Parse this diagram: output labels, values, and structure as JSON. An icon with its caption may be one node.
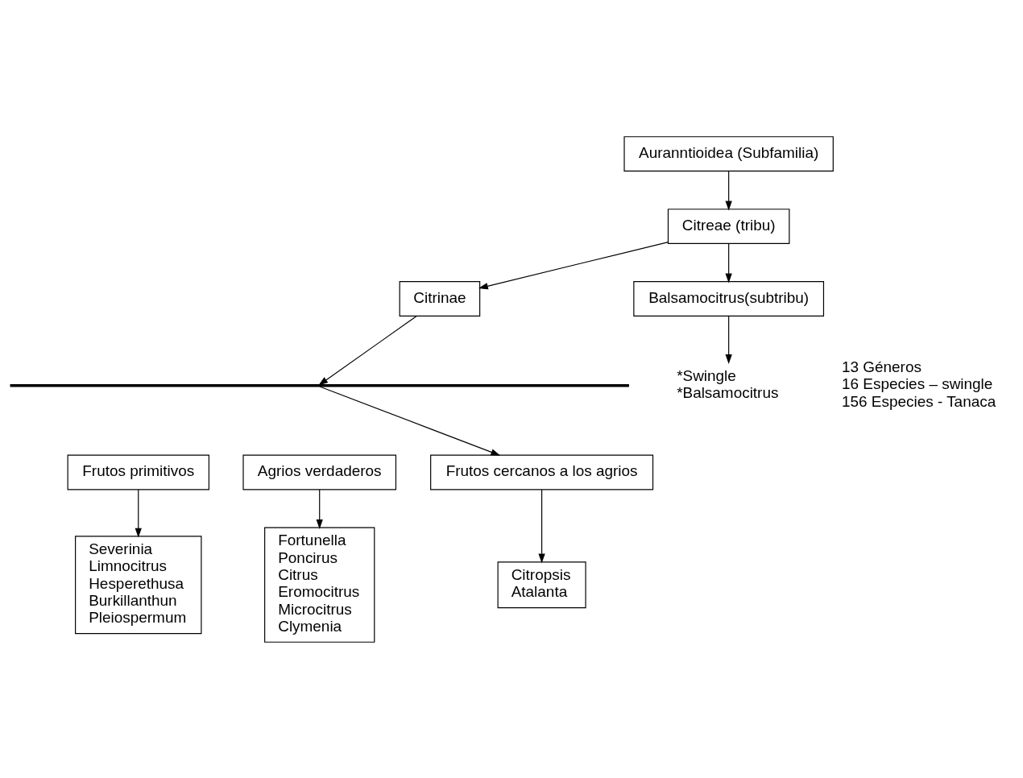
{
  "diagram": {
    "nodes": [
      {
        "text": [
          "Auranntioidea (Subfamilia)"
        ]
      },
      {
        "text": [
          "Citreae (tribu)"
        ]
      },
      {
        "text": [
          "Citrinae"
        ]
      },
      {
        "text": [
          "Balsamocitrus(subtribu)"
        ]
      },
      {
        "text": [
          "*Swingle",
          "*Balsamocitrus"
        ]
      },
      {
        "text": [],
        "shape": "bar"
      },
      {
        "text": [
          "Frutos primitivos"
        ]
      },
      {
        "text": [
          "Agrios verdaderos"
        ]
      },
      {
        "text": [
          "Frutos cercanos a los agrios"
        ]
      },
      {
        "text": [
          "Severinia",
          "Limnocitrus",
          "Hesperethusa",
          "Burkillanthun",
          "Pleiospermum"
        ]
      },
      {
        "text": [
          "Citropsis",
          "Atalanta"
        ]
      },
      {
        "text": [
          "Fortunella",
          "Poncirus",
          "Citrus",
          "Eromocitrus",
          "Microcitrus",
          "Clymenia"
        ]
      }
    ],
    "edges": [
      {
        "from": 0,
        "to": 1,
        "arrow": "to"
      },
      {
        "from": 1,
        "to": 2,
        "arrow": "to"
      },
      {
        "from": 1,
        "to": 3,
        "arrow": "to"
      },
      {
        "from": 3,
        "to": 4,
        "arrow": "to"
      },
      {
        "from": 2,
        "to": 5,
        "arrow": "to"
      },
      {
        "from": 5,
        "to": 8,
        "arrow": "to"
      },
      {
        "from": 6,
        "to": 9,
        "arrow": "to"
      },
      {
        "from": 8,
        "to": 10,
        "arrow": "to"
      },
      {
        "from": 7,
        "to": 11,
        "arrow": "to"
      }
    ],
    "labels": [
      "13 Géneros",
      "16 Especies – swingle",
      "156 Especies - Tanaca"
    ]
  }
}
